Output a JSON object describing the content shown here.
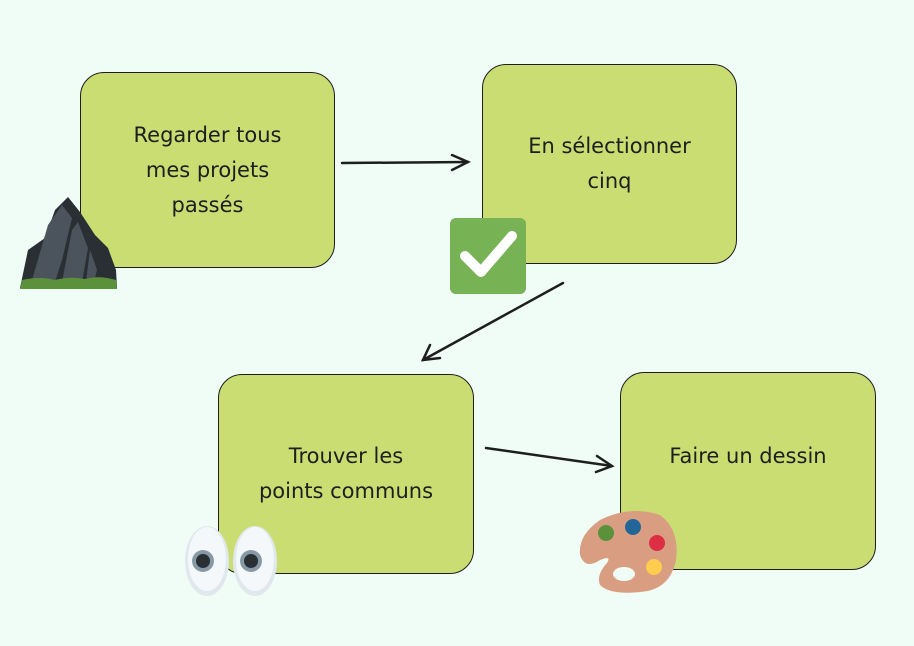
{
  "steps": [
    {
      "label": "Regarder tous\nmes projets\npassés",
      "icon": "mountain-icon"
    },
    {
      "label": "En sélectionner\ncinq",
      "icon": "check-mark-icon"
    },
    {
      "label": "Trouver les\npoints communs",
      "icon": "eyes-icon"
    },
    {
      "label": "Faire un dessin",
      "icon": "palette-icon"
    }
  ],
  "colors": {
    "background": "#effdf6",
    "box_fill": "#cadd72",
    "stroke": "#1e1e1e",
    "check_green": "#77b255"
  }
}
